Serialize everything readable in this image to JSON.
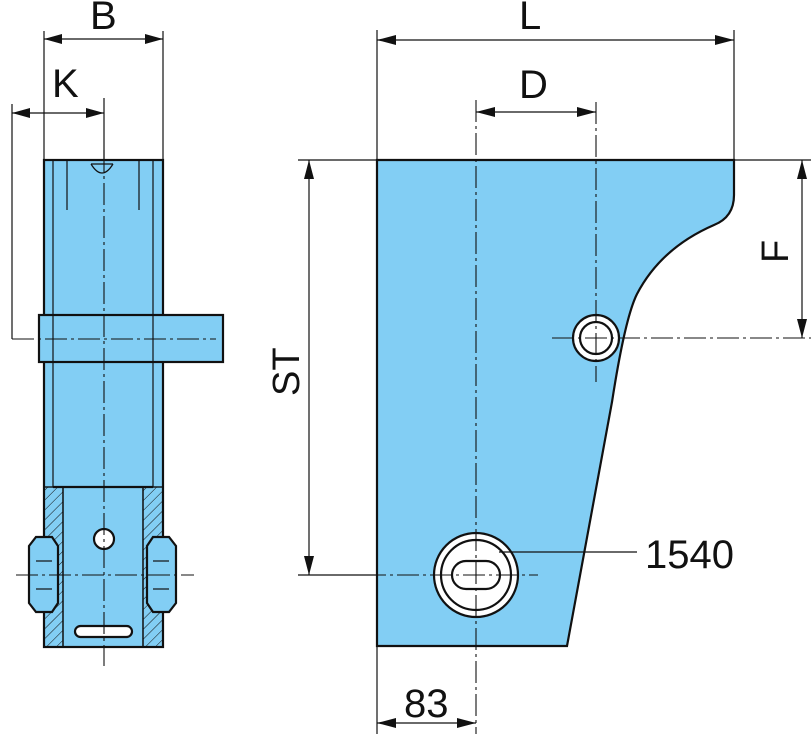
{
  "colors": {
    "part_fill": "#82cef4",
    "line": "#111111",
    "background": "#ffffff"
  },
  "labels": {
    "b": "B",
    "k": "K",
    "l": "L",
    "d": "D",
    "st": "ST",
    "f": "F",
    "part_number": "1540",
    "bottom_dimension": "83"
  }
}
